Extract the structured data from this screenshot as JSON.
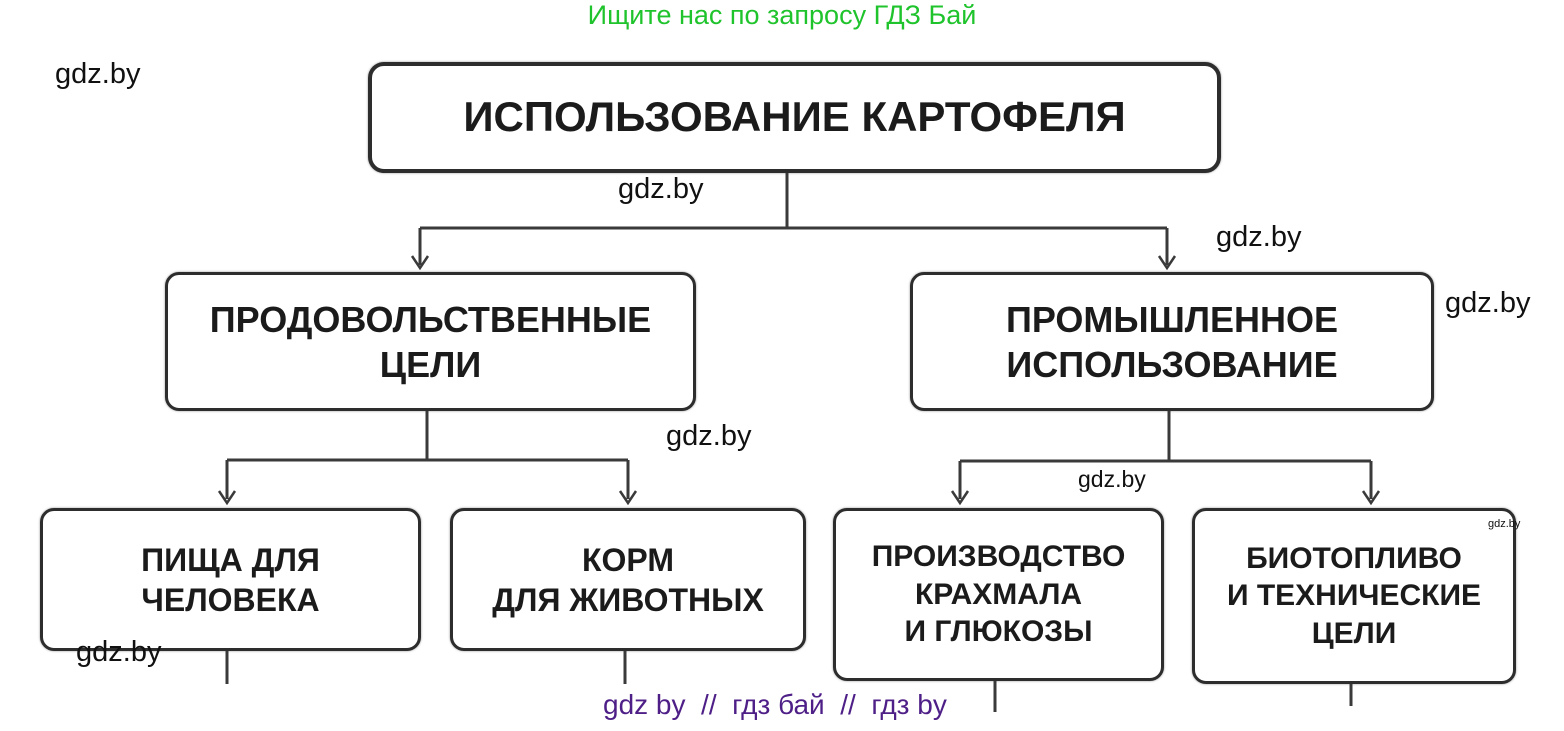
{
  "colors": {
    "promo_green": "#1fc32c",
    "promo_purple": "#4e1f87",
    "line": "#3a3a3a",
    "box_border": "#2d2d2d",
    "text": "#1b1b1b",
    "background": "#ffffff"
  },
  "header": {
    "promo": "Ищите нас по запросу ГДЗ Бай"
  },
  "footer": {
    "promo": "gdz by  //  гдз бай  //  гдз by"
  },
  "watermark": {
    "text": "gdz.by"
  },
  "diagram": {
    "type": "flowchart",
    "title": "ИСПОЛЬЗОВАНИЕ КАРТОФЕЛЯ",
    "nodes": {
      "root": {
        "lines": [
          "ИСПОЛЬЗОВАНИЕ КАРТОФЕЛЯ"
        ]
      },
      "food": {
        "lines": [
          "ПРОДОВОЛЬСТВЕННЫЕ",
          "ЦЕЛИ"
        ]
      },
      "industrial": {
        "lines": [
          "ПРОМЫШЛЕННОЕ",
          "ИСПОЛЬЗОВАНИЕ"
        ]
      },
      "human_food": {
        "lines": [
          "ПИЩА ДЛЯ",
          "ЧЕЛОВЕКА"
        ]
      },
      "animal_feed": {
        "lines": [
          "КОРМ",
          "ДЛЯ ЖИВОТНЫХ"
        ]
      },
      "starch": {
        "lines": [
          "ПРОИЗВОДСТВО",
          "КРАХМАЛА",
          "И ГЛЮКОЗЫ"
        ]
      },
      "biofuel": {
        "lines": [
          "БИОТОПЛИВО",
          "И ТЕХНИЧЕСКИЕ",
          "ЦЕЛИ"
        ]
      }
    },
    "edges": [
      {
        "from": "root",
        "to": "food"
      },
      {
        "from": "root",
        "to": "industrial"
      },
      {
        "from": "food",
        "to": "human_food"
      },
      {
        "from": "food",
        "to": "animal_feed"
      },
      {
        "from": "industrial",
        "to": "starch"
      },
      {
        "from": "industrial",
        "to": "biofuel"
      }
    ]
  }
}
